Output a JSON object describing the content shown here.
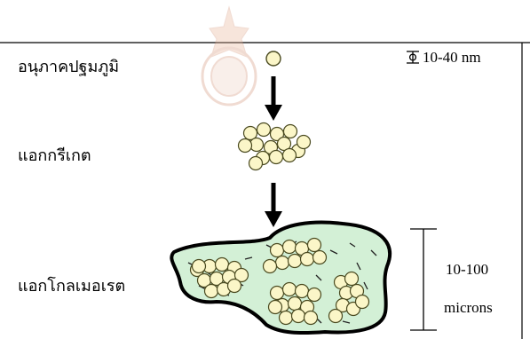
{
  "stages": [
    {
      "id": "primary",
      "label": "อนุภาคปฐมภูมิ"
    },
    {
      "id": "aggregate",
      "label": "แอกกรีเกต"
    },
    {
      "id": "agglomerate",
      "label": "แอกโกลเมอเรต"
    }
  ],
  "dimensions": {
    "primary_size": "10-40 nm",
    "agglomerate_size_value": "10-100",
    "agglomerate_size_unit": "microns"
  },
  "colors": {
    "particle_fill": "#fbf6c8",
    "particle_stroke": "#4a4a20",
    "agglomerate_fill": "#d3f0d6",
    "arrow": "#000000",
    "frame_line": "#000000",
    "watermark": "#e7c8b5"
  },
  "watermark": {
    "icon": "university-seal-icon"
  }
}
